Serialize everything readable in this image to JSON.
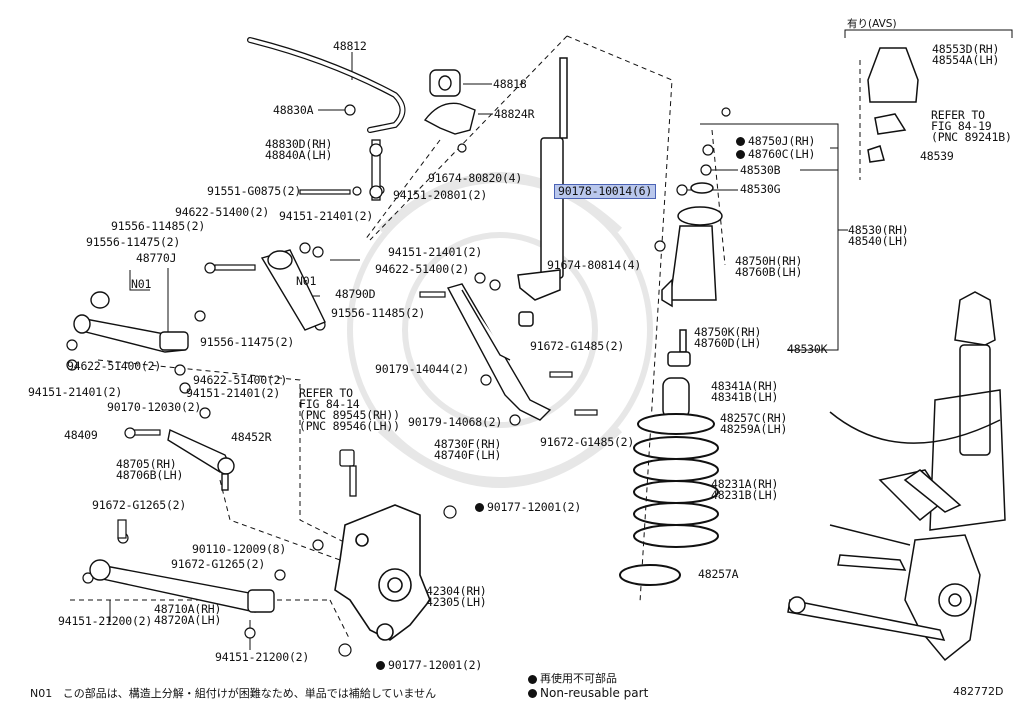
{
  "diagram_id": "482772D",
  "avs_header": "有り(AVS)",
  "legend": {
    "note_code": "N01",
    "note_text": "この部品は、構造上分解・組付けが困難なため、単品では補給していません",
    "nonreusable_jp": "再使用不可部品",
    "nonreusable_en": "Non-reusable part"
  },
  "refer_left": [
    "REFER TO",
    "FIG 84-14",
    "(PNC 89545(RH))",
    "(PNC 89546(LH))"
  ],
  "refer_right": [
    "REFER TO",
    "FIG 84-19",
    "(PNC 89241B)"
  ],
  "parts": {
    "p48812": "48812",
    "p48818": "48818",
    "p48830A": "48830A",
    "p48824R": "48824R",
    "p48830D": [
      "48830D(RH)",
      "48840A(LH)"
    ],
    "p91674_80820": "91674-80820(4)",
    "p91551": "91551-G0875(2)",
    "p94151_20801": "94151-20801(2)",
    "p94622_a": "94622-51400(2)",
    "p94151_21401_a": "94151-21401(2)",
    "p91556_11485_a": "91556-11485(2)",
    "p91556_11475_a": "91556-11475(2)",
    "p48770J": "48770J",
    "pN01": "N01",
    "pN01b": "N01",
    "p48790D": "48790D",
    "p91556_11485_b": "91556-11485(2)",
    "p91556_11475_b": "91556-11475(2)",
    "p94622_b": "94622-51400(2)",
    "p94151_21401_b": "94151-21401(2)",
    "p94622_c": "94622-51400(2)",
    "p94151_21401_c": "94151-21401(2)",
    "p90170": "90170-12030(2)",
    "p48409": "48409",
    "p48452R": "48452R",
    "p48705": [
      "48705(RH)",
      "48706B(LH)"
    ],
    "p91672_G1265_a": "91672-G1265(2)",
    "p90110": "90110-12009(8)",
    "p91672_G1265_b": "91672-G1265(2)",
    "p48710A": [
      "48710A(RH)",
      "48720A(LH)"
    ],
    "p94151_21200_a": "94151-21200(2)",
    "p94151_21200_b": "94151-21200(2)",
    "p42304": [
      "42304(RH)",
      "42305(LH)"
    ],
    "p90177_a": "90177-12001(2)",
    "p90177_b": "90177-12001(2)",
    "p94151_21401_d": "94151-21401(2)",
    "p94622_d": "94622-51400(2)",
    "p91674_80814": "91674-80814(4)",
    "p90178": "90178-10014(6)",
    "p90179_14044": "90179-14044(2)",
    "p91672_G1485_a": "91672-G1485(2)",
    "p90179_14068": "90179-14068(2)",
    "p48730F": [
      "48730F(RH)",
      "48740F(LH)"
    ],
    "p91672_G1485_b": "91672-G1485(2)",
    "p48553D": [
      "48553D(RH)",
      "48554A(LH)"
    ],
    "p48750J": "48750J(RH)",
    "p48760C": "48760C(LH)",
    "p48530B": "48530B",
    "p48530G": "48530G",
    "p48539": "48539",
    "p48530H": [
      "48530(RH)",
      "48540(LH)"
    ],
    "p48750H": [
      "48750H(RH)",
      "48760B(LH)"
    ],
    "p48750K": [
      "48750K(RH)",
      "48760D(LH)"
    ],
    "p48530K": "48530K",
    "p48341A": [
      "48341A(RH)",
      "48341B(LH)"
    ],
    "p48257C": [
      "48257C(RH)",
      "48259A(LH)"
    ],
    "p48231A": [
      "48231A(RH)",
      "48231B(LH)"
    ],
    "p48257A": "48257A"
  },
  "colors": {
    "ink": "#111111",
    "highlight_fill": "#b9c7ec",
    "highlight_border": "#4b63b5",
    "watermark": "#e7e7e7"
  }
}
